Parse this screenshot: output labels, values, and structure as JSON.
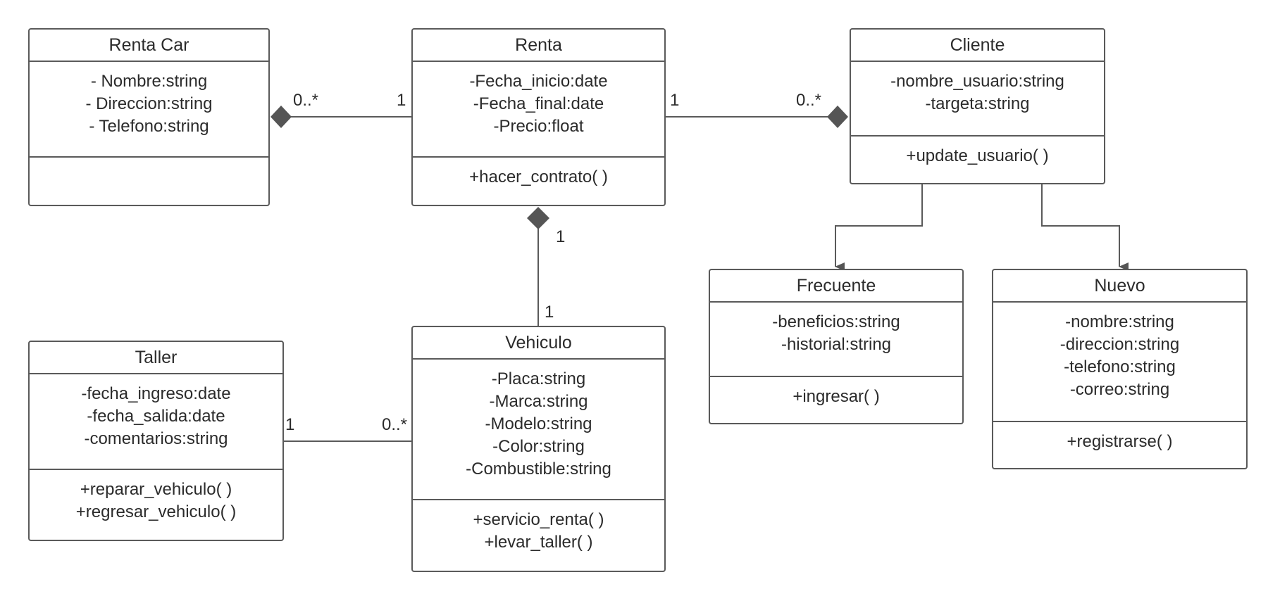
{
  "classes": {
    "renta_car": {
      "name": "Renta Car",
      "attributes": [
        "- Nombre:string",
        "- Direccion:string",
        "- Telefono:string"
      ],
      "methods": []
    },
    "renta": {
      "name": "Renta",
      "attributes": [
        "-Fecha_inicio:date",
        "-Fecha_final:date",
        "-Precio:float"
      ],
      "methods": [
        "+hacer_contrato( )"
      ]
    },
    "cliente": {
      "name": "Cliente",
      "attributes": [
        "-nombre_usuario:string",
        "-targeta:string"
      ],
      "methods": [
        "+update_usuario( )"
      ]
    },
    "frecuente": {
      "name": "Frecuente",
      "attributes": [
        "-beneficios:string",
        "-historial:string"
      ],
      "methods": [
        "+ingresar( )"
      ]
    },
    "nuevo": {
      "name": "Nuevo",
      "attributes": [
        "-nombre:string",
        "-direccion:string",
        "-telefono:string",
        "-correo:string"
      ],
      "methods": [
        "+registrarse( )"
      ]
    },
    "taller": {
      "name": "Taller",
      "attributes": [
        "-fecha_ingreso:date",
        "-fecha_salida:date",
        "-comentarios:string"
      ],
      "methods": [
        "+reparar_vehiculo( )",
        "+regresar_vehiculo( )"
      ]
    },
    "vehiculo": {
      "name": "Vehiculo",
      "attributes": [
        "-Placa:string",
        "-Marca:string",
        "-Modelo:string",
        "-Color:string",
        "-Combustible:string"
      ],
      "methods": [
        "+servicio_renta( )",
        "+levar_taller( )"
      ]
    }
  },
  "multiplicities": {
    "rentacar_side": "0..*",
    "renta_left": "1",
    "renta_right": "1",
    "cliente_side": "0..*",
    "renta_bottom": "1",
    "vehiculo_top": "1",
    "taller_side": "1",
    "vehiculo_left": "0..*"
  },
  "colors": {
    "stroke": "#5a5a5a",
    "diamond": "#555555",
    "text": "#2b2b2b"
  }
}
